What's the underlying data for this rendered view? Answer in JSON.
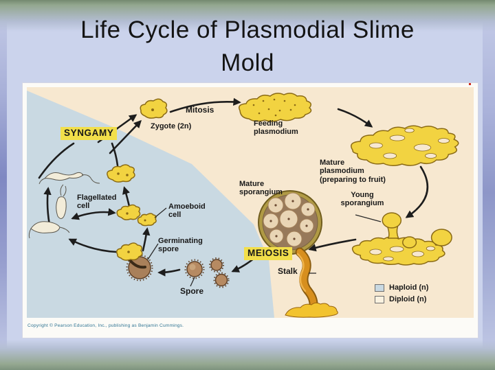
{
  "slide": {
    "title": "Life Cycle of Plasmodial Slime\nMold"
  },
  "diagram": {
    "labels": {
      "syngamy": "SYNGAMY",
      "zygote": "Zygote (2n)",
      "mitosis": "Mitosis",
      "feeding_plasmodium": "Feeding\nplasmodium",
      "mature_plasmodium": "Mature\nplasmodium\n(preparing to fruit)",
      "young_sporangium": "Young\nsporangium",
      "mature_sporangium": "Mature\nsporangium",
      "meiosis": "MEIOSIS",
      "stalk": "Stalk",
      "germinating_spore": "Germinating\nspore",
      "spore": "Spore",
      "flagellated_cell": "Flagellated\ncell",
      "amoeboid_cell": "Amoeboid\ncell"
    },
    "legend": {
      "haploid": "Haploid (n)",
      "diploid": "Diploid (n)"
    },
    "copyright": "Copyright © Pearson Education, Inc., publishing as Benjamin Cummings.",
    "colors": {
      "background": "#CBD3EC",
      "haploid_region": "#C9D9E2",
      "diploid_region": "#F7E8D0",
      "highlight_yellow": "#F2DF4A",
      "organism_yellow": "#F2D341",
      "organism_outline": "#8A6A15",
      "stalk_orange": "#D78F1E",
      "spore_brown": "#B68A62",
      "copyright_teal": "#2E7392"
    }
  }
}
